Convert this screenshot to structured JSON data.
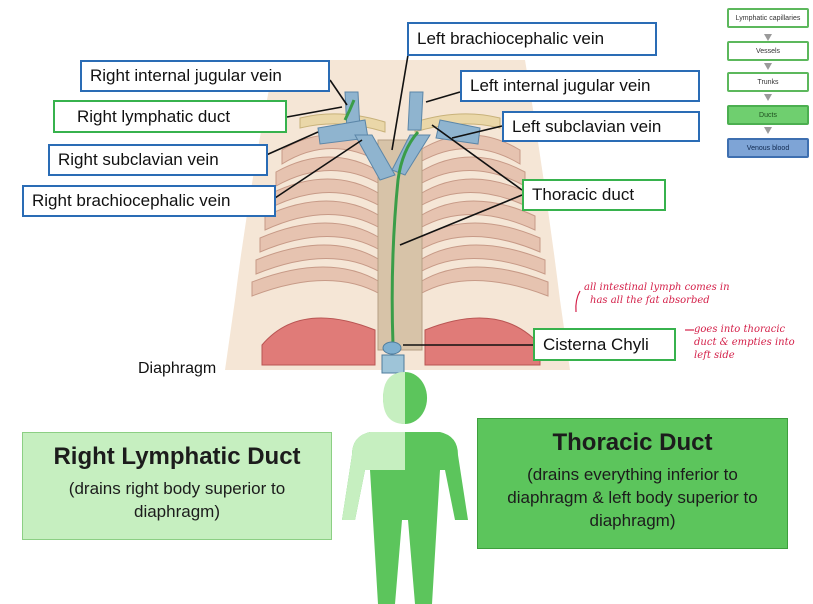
{
  "labels": {
    "left_brachiocephalic_vein": "Left brachiocephalic vein",
    "right_internal_jugular_vein": "Right internal jugular vein",
    "left_internal_jugular_vein": "Left internal jugular vein",
    "right_lymphatic_duct": "Right lymphatic duct",
    "left_subclavian_vein": "Left subclavian vein",
    "right_subclavian_vein": "Right subclavian vein",
    "right_brachiocephalic_vein": "Right brachiocephalic vein",
    "thoracic_duct": "Thoracic duct",
    "cisterna_chyli": "Cisterna Chyli",
    "diaphragm": "Diaphragm"
  },
  "flow": {
    "items": [
      "Lymphatic capillaries",
      "Vessels",
      "Trunks",
      "Ducts",
      "Venous blood"
    ]
  },
  "annotations": {
    "note1_line1": "all intestinal lymph comes in",
    "note1_line2": "has all the fat absorbed",
    "note2_line1": "goes into thoracic",
    "note2_line2": "duct & empties into",
    "note2_line3": "left side"
  },
  "cards": {
    "right": {
      "title": "Right Lymphatic Duct",
      "desc": "(drains right body superior to diaphragm)"
    },
    "thoracic": {
      "title": "Thoracic Duct",
      "desc": "(drains everything inferior to diaphragm & left body superior to diaphragm)"
    }
  },
  "colors": {
    "blue_border": "#2a6cb5",
    "green_border": "#37b24d",
    "light_green": "#c6efc0",
    "dark_green": "#5cc55c",
    "annotation_red": "#d4214a"
  }
}
